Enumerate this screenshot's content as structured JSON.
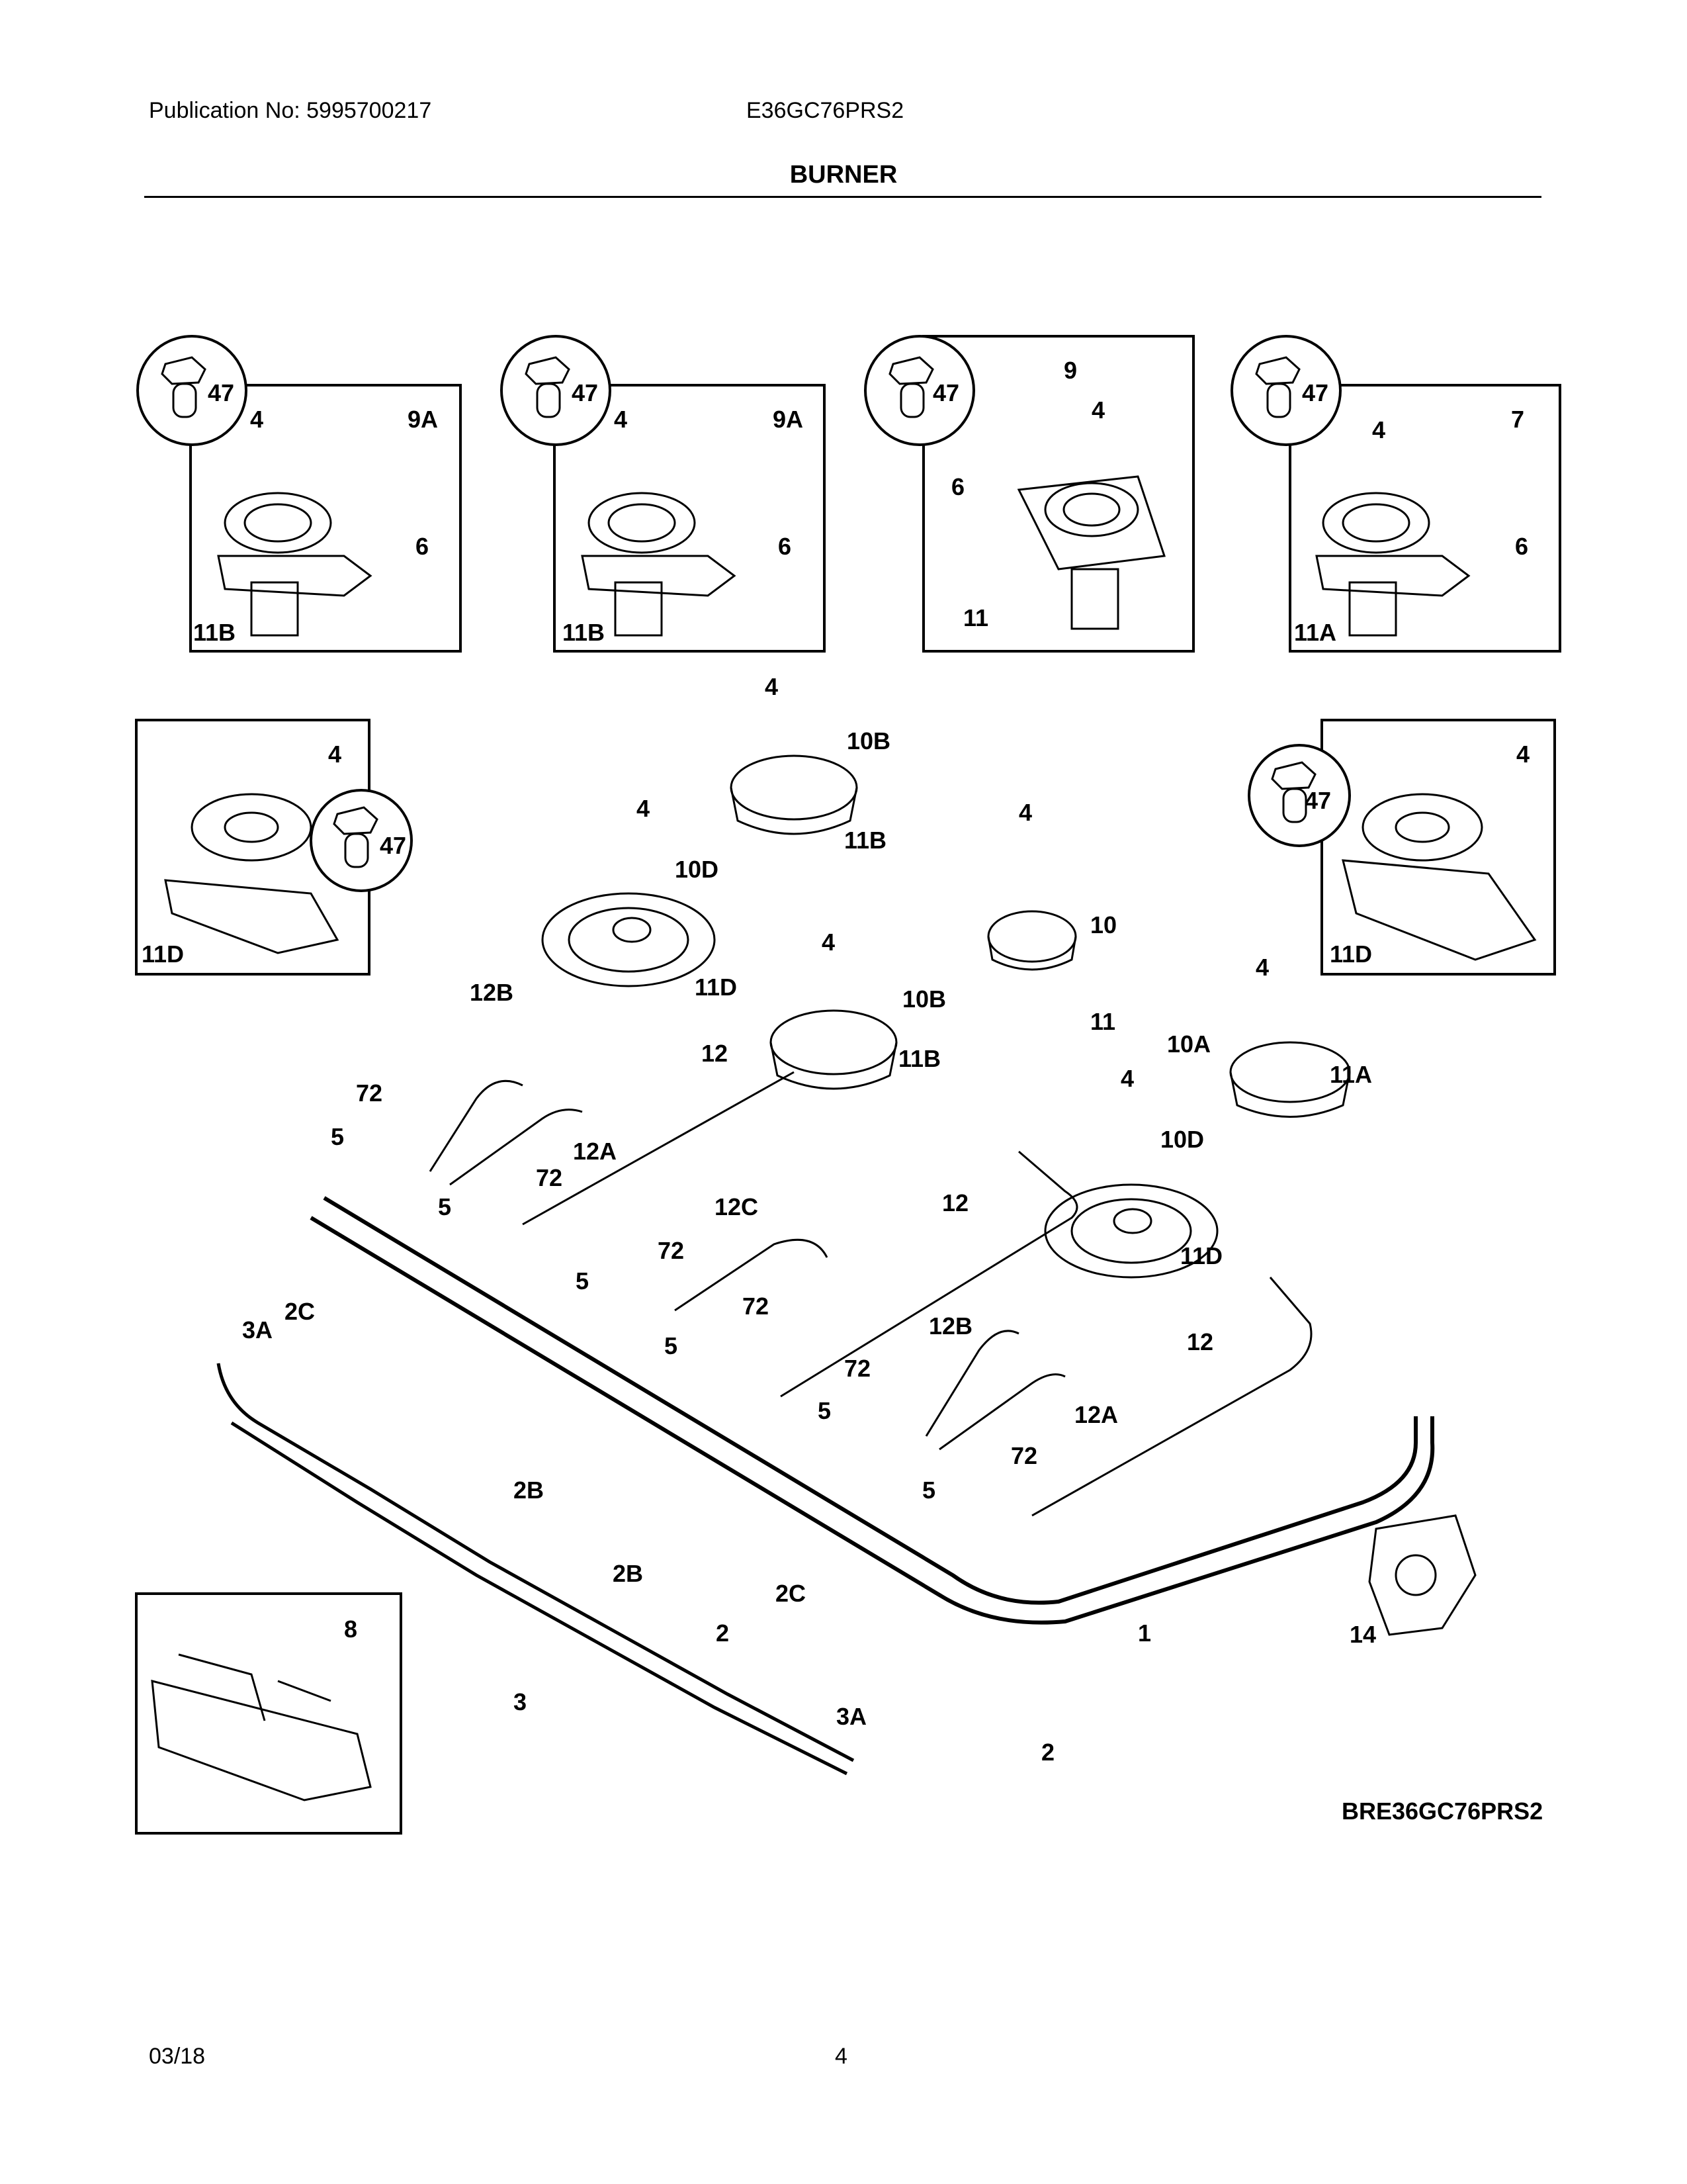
{
  "header": {
    "publication": "Publication No: 5995700217",
    "model": "E36GC76PRS2",
    "title": "BURNER"
  },
  "footer": {
    "date": "03/18",
    "page": "4"
  },
  "drawing_id": "BRE36GC76PRS2",
  "callouts": {
    "c1_47": "47",
    "c1_4": "4",
    "c1_9A": "9A",
    "c1_6": "6",
    "c1_11B": "11B",
    "c2_47": "47",
    "c2_4": "4",
    "c2_9A": "9A",
    "c2_6": "6",
    "c2_11B": "11B",
    "c3_47": "47",
    "c3_4": "4",
    "c3_9": "9",
    "c3_6": "6",
    "c3_11": "11",
    "c4_47": "47",
    "c4_4": "4",
    "c4_7": "7",
    "c4_6": "6",
    "c4_11A": "11A",
    "l_4": "4",
    "l_47": "47",
    "l_11D": "11D",
    "r_4": "4",
    "r_47": "47",
    "r_11D": "11D",
    "m_4a": "4",
    "m_10B_top": "10B",
    "m_11B_top": "11B",
    "m_4b": "4",
    "m_10D": "10D",
    "m_11D": "11D",
    "m_4c": "4",
    "m_10B_mid": "10B",
    "m_11B_mid": "11B",
    "m_4d": "4",
    "m_10": "10",
    "m_11": "11",
    "m_4e": "4",
    "m_10A": "10A",
    "m_11A": "11A",
    "m_4f": "4",
    "m_10D_r": "10D",
    "m_11D_r": "11D",
    "m_12B": "12B",
    "m_12A": "12A",
    "m_12_a": "12",
    "m_72_a": "72",
    "m_5_a": "5",
    "m_72_b": "72",
    "m_5_b": "5",
    "m_12C": "12C",
    "m_72_c": "72",
    "m_5_c": "5",
    "m_72_d": "72",
    "m_5_d": "5",
    "m_12_b": "12",
    "m_12B_r": "12B",
    "m_12A_r": "12A",
    "m_72_e": "72",
    "m_5_e": "5",
    "m_72_f": "72",
    "m_5_f": "5",
    "m_12_c": "12",
    "m_3A_a": "3A",
    "m_2C_a": "2C",
    "m_2B_a": "2B",
    "m_2B_b": "2B",
    "m_2_a": "2",
    "m_2C_b": "2C",
    "m_3A_b": "3A",
    "m_2_b": "2",
    "m_3": "3",
    "m_1": "1",
    "m_14": "14",
    "m_8": "8"
  }
}
